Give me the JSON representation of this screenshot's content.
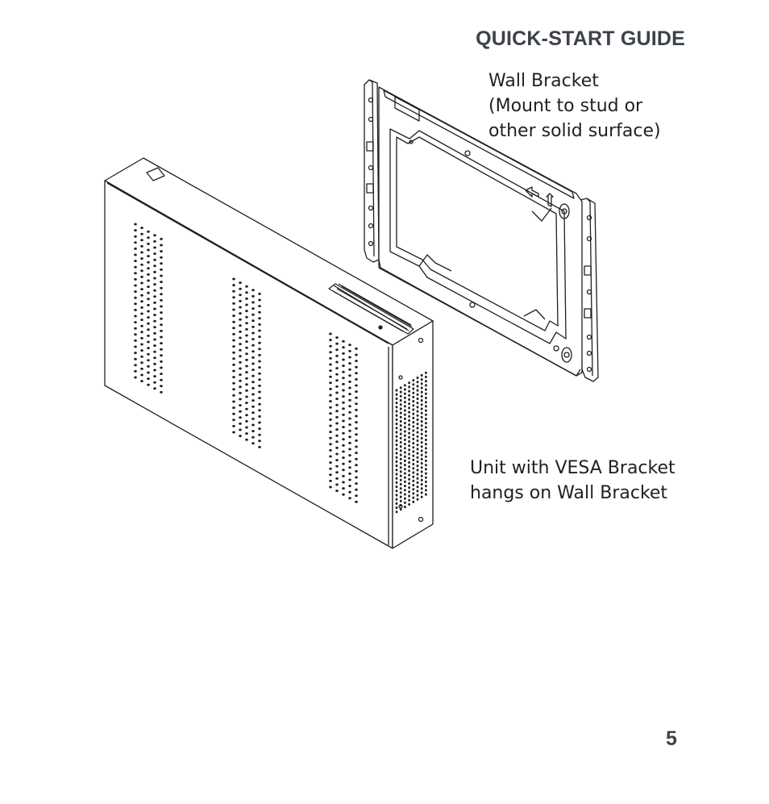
{
  "header": {
    "title": "QUICK-START GUIDE"
  },
  "captions": {
    "wall_bracket": [
      "Wall Bracket",
      "(Mount to stud or",
      "other solid surface)"
    ],
    "unit": [
      "Unit with VESA Bracket",
      "hangs on Wall Bracket"
    ]
  },
  "footer": {
    "page_number": "5"
  },
  "colors": {
    "line": "#231f20",
    "heading": "#3d4149"
  },
  "illustration": {
    "subjects": [
      "wall-bracket",
      "unit-with-vesa-bracket"
    ]
  }
}
